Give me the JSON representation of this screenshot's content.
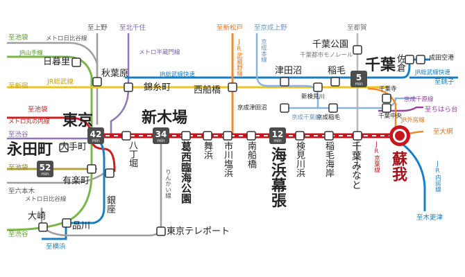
{
  "map": {
    "stations": {
      "shibaura_x": "蘇我",
      "tokyo": "東京",
      "shinkiba": "新木場",
      "chiba": "千葉",
      "kaihin_makuhari": "海浜幕張",
      "nagatacho": "永田町",
      "akihabara": "秋葉原",
      "nippori": "日暮里",
      "kinshicho": "錦糸町",
      "nishifunabashi": "西船橋",
      "tsudanuma": "津田沼",
      "inage": "稲毛",
      "chiba_koen": "千葉公園",
      "sakura": "佐倉",
      "narita_airport": "成田空港",
      "otemachi": "大手町",
      "yurakucho": "有楽町",
      "ginza": "銀座",
      "hatchobori": "八丁堀",
      "osaki": "大崎",
      "shinagawa": "品川",
      "tokyo_teleport": "東京テレポート",
      "kasai_rinkai": "葛西臨海公園",
      "maihama": "舞浜",
      "ichikawa_shiohama": "市川塩浜",
      "minami_funabashi": "南船橋",
      "kemigawahama": "検見川浜",
      "inagekaigan": "稲毛海岸",
      "chiba_minato": "千葉みなと",
      "shin_kemigawa": "新検見川",
      "keisei_tsudanuma": "京成津田沼",
      "keisei_inage": "京成稲毛",
      "chiba_chuo": "千葉中央",
      "chibadera": "千葉寺"
    },
    "times": {
      "tokyo": "42",
      "shinkiba": "34",
      "kaihin_makuhari": "12",
      "chiba": "5",
      "nagatacho": "52",
      "unit": "min"
    },
    "destinations": {
      "ikebukuro_green": "至池袋",
      "ikebukuro_red": "至池袋",
      "shinjuku": "至新宿",
      "shibuya_purple": "至渋谷",
      "ikebukuro_olive": "至池袋",
      "roppongi": "至六本木",
      "shibuya_green": "至渋谷",
      "yokohama": "至横浜",
      "ueno": "至上野",
      "kitasenju": "至北千住",
      "shinmatsudo": "至新松戸",
      "keisei_ueno": "至京成上野",
      "tsuga": "至都賀",
      "choshi": "至銚子",
      "chiharadai": "至ちはら台",
      "oami": "至大網",
      "kisarazu": "至木更津"
    },
    "lines": {
      "hibiya_top": "メトロ日比谷線",
      "yamanote": "JR山手線",
      "hanzomon": "メトロ半蔵門線",
      "sobu_rapid_top": "JR総武線快速",
      "sobu_local": "JR総武線",
      "marunouchi": "メトロ丸の内線",
      "hibiya_bottom": "メトロ日比谷線",
      "musashino": "JR武蔵野線",
      "keisei_main": "京成本線",
      "keisei_chiba": "京成千葉線",
      "chiba_monorail": "千葉都市モノレール",
      "keisei_chiharadai": "京成千原線",
      "sotobo": "JR外房線",
      "sobu_rapid_right": "JR総武線快速",
      "uchibo": "JR内房線",
      "keiyo": "JR京葉線",
      "rinkai": "りんかい線"
    }
  }
}
